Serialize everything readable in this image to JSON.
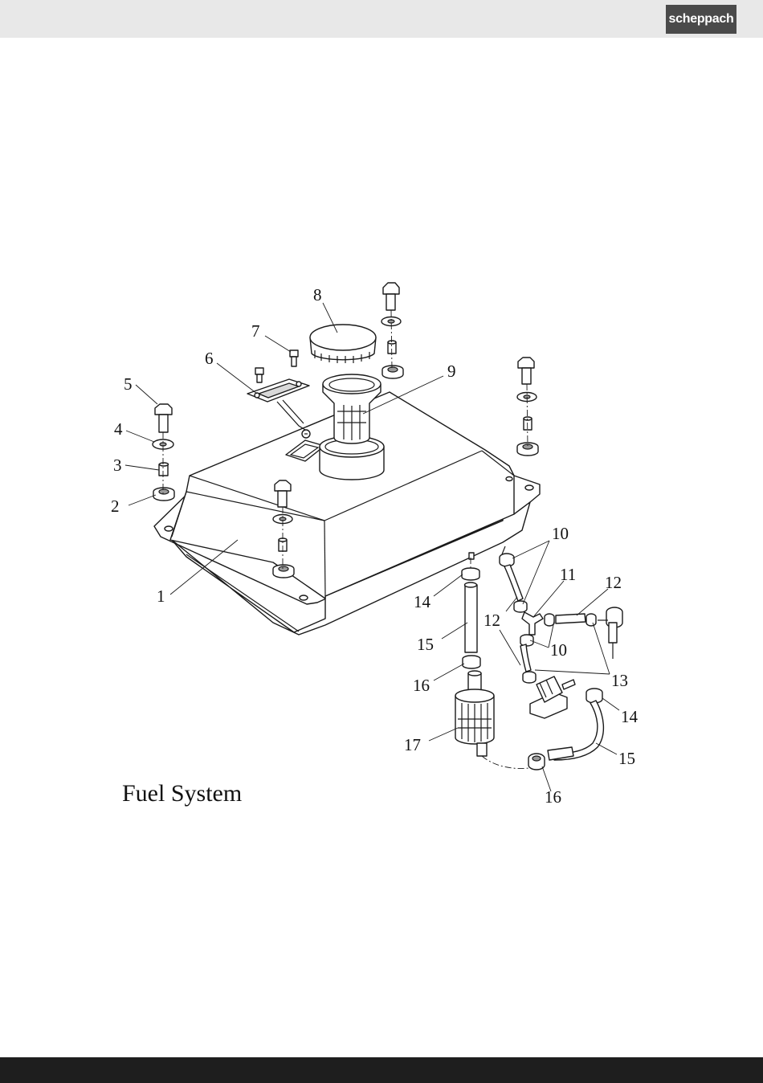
{
  "header": {
    "brand": "scheppach"
  },
  "figure": {
    "caption": "Fuel System",
    "callouts": [
      "1",
      "2",
      "3",
      "4",
      "5",
      "6",
      "7",
      "8",
      "9",
      "10",
      "10",
      "11",
      "12",
      "12",
      "13",
      "14",
      "14",
      "15",
      "15",
      "16",
      "16",
      "17"
    ]
  },
  "colors": {
    "header_bar": "#e8e8e8",
    "logo_bg": "#4a4a4a",
    "footer_bar": "#1e1e1e"
  }
}
